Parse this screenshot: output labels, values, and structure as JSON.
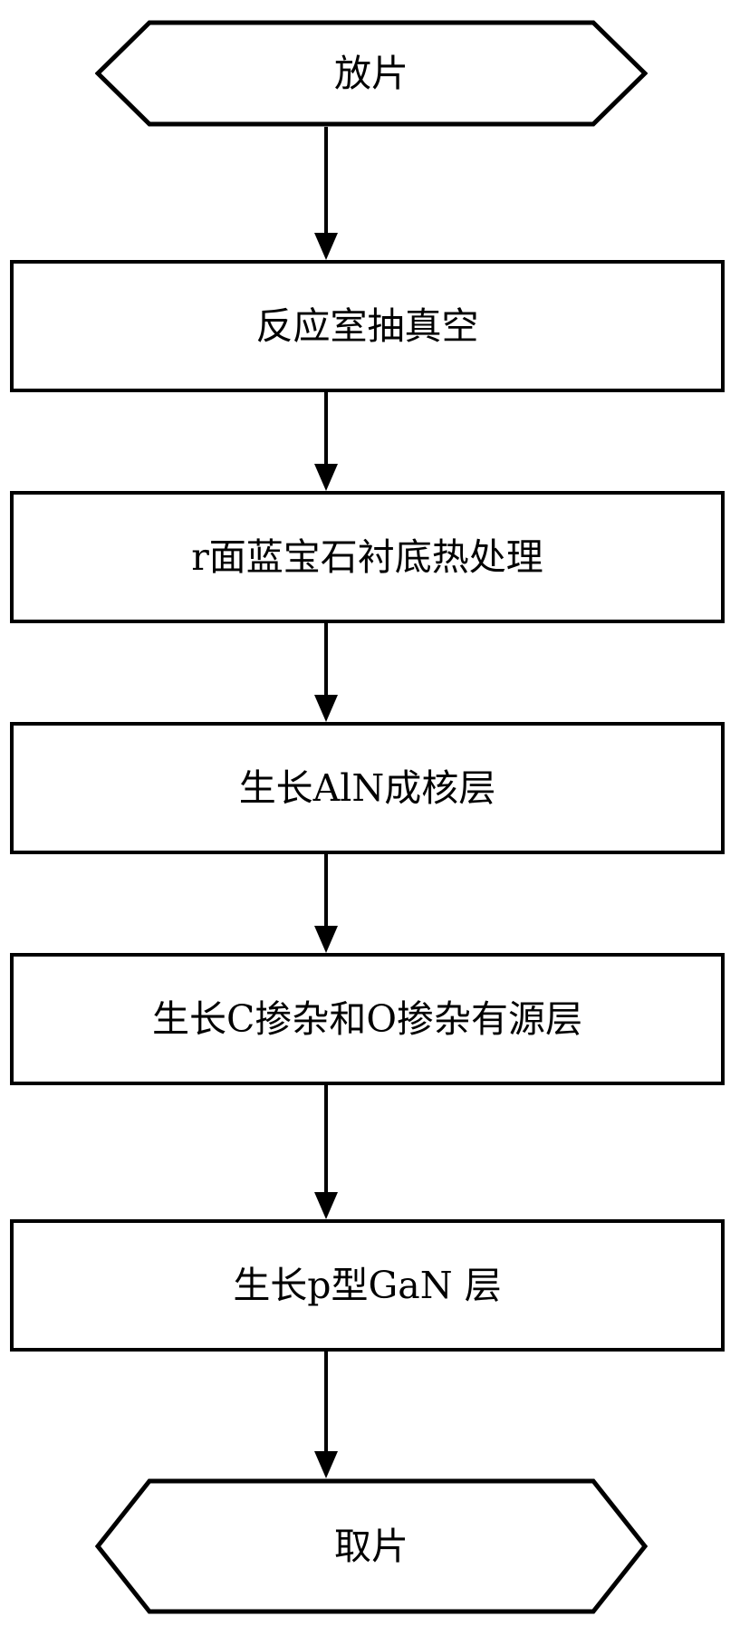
{
  "diagram": {
    "type": "flowchart",
    "orientation": "vertical",
    "background_color": "#ffffff",
    "stroke_color": "#000000",
    "text_color": "#000000",
    "nodes": [
      {
        "id": "n1",
        "shape": "hexagon",
        "label": "放片"
      },
      {
        "id": "n2",
        "shape": "rectangle",
        "label": "反应室抽真空"
      },
      {
        "id": "n3",
        "shape": "rectangle",
        "label": "r面蓝宝石衬底热处理"
      },
      {
        "id": "n4",
        "shape": "rectangle",
        "label": "生长AlN成核层"
      },
      {
        "id": "n5",
        "shape": "rectangle",
        "label": "生长C掺杂和O掺杂有源层"
      },
      {
        "id": "n6",
        "shape": "rectangle",
        "label": "生长p型GaN 层"
      },
      {
        "id": "n7",
        "shape": "hexagon",
        "label": "取片"
      }
    ],
    "edges": [
      {
        "from": "n1",
        "to": "n2",
        "arrow": "down"
      },
      {
        "from": "n2",
        "to": "n3",
        "arrow": "down"
      },
      {
        "from": "n3",
        "to": "n4",
        "arrow": "down"
      },
      {
        "from": "n4",
        "to": "n5",
        "arrow": "down"
      },
      {
        "from": "n5",
        "to": "n6",
        "arrow": "down"
      },
      {
        "from": "n6",
        "to": "n7",
        "arrow": "down"
      }
    ]
  }
}
